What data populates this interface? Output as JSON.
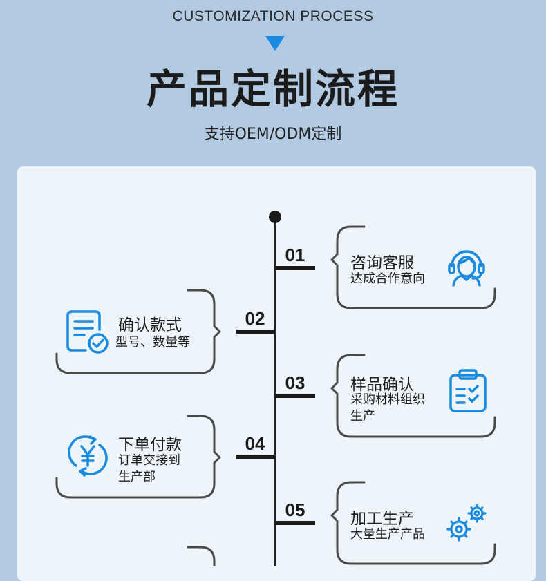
{
  "header": {
    "eyebrow": "CUSTOMIZATION PROCESS",
    "title": "产品定制流程",
    "subtitle": "支持OEM/ODM定制"
  },
  "colors": {
    "accent": "#1a8be0",
    "background": "#b3cbe2",
    "card": "#edf5fa",
    "line": "#222222"
  },
  "steps": [
    {
      "num": "01",
      "title": "咨询客服",
      "desc1": "达成合作意向",
      "desc2": "",
      "icon": "customer-service-icon"
    },
    {
      "num": "02",
      "title": "确认款式",
      "desc1": "型号、数量等",
      "desc2": "",
      "icon": "document-check-icon"
    },
    {
      "num": "03",
      "title": "样品确认",
      "desc1": "采购材料组织",
      "desc2": "生产",
      "icon": "clipboard-check-icon"
    },
    {
      "num": "04",
      "title": "下单付款",
      "desc1": "订单交接到",
      "desc2": "生产部",
      "icon": "yuan-payment-icon"
    },
    {
      "num": "05",
      "title": "加工生产",
      "desc1": "大量生产产品",
      "desc2": "",
      "icon": "gears-icon"
    }
  ]
}
